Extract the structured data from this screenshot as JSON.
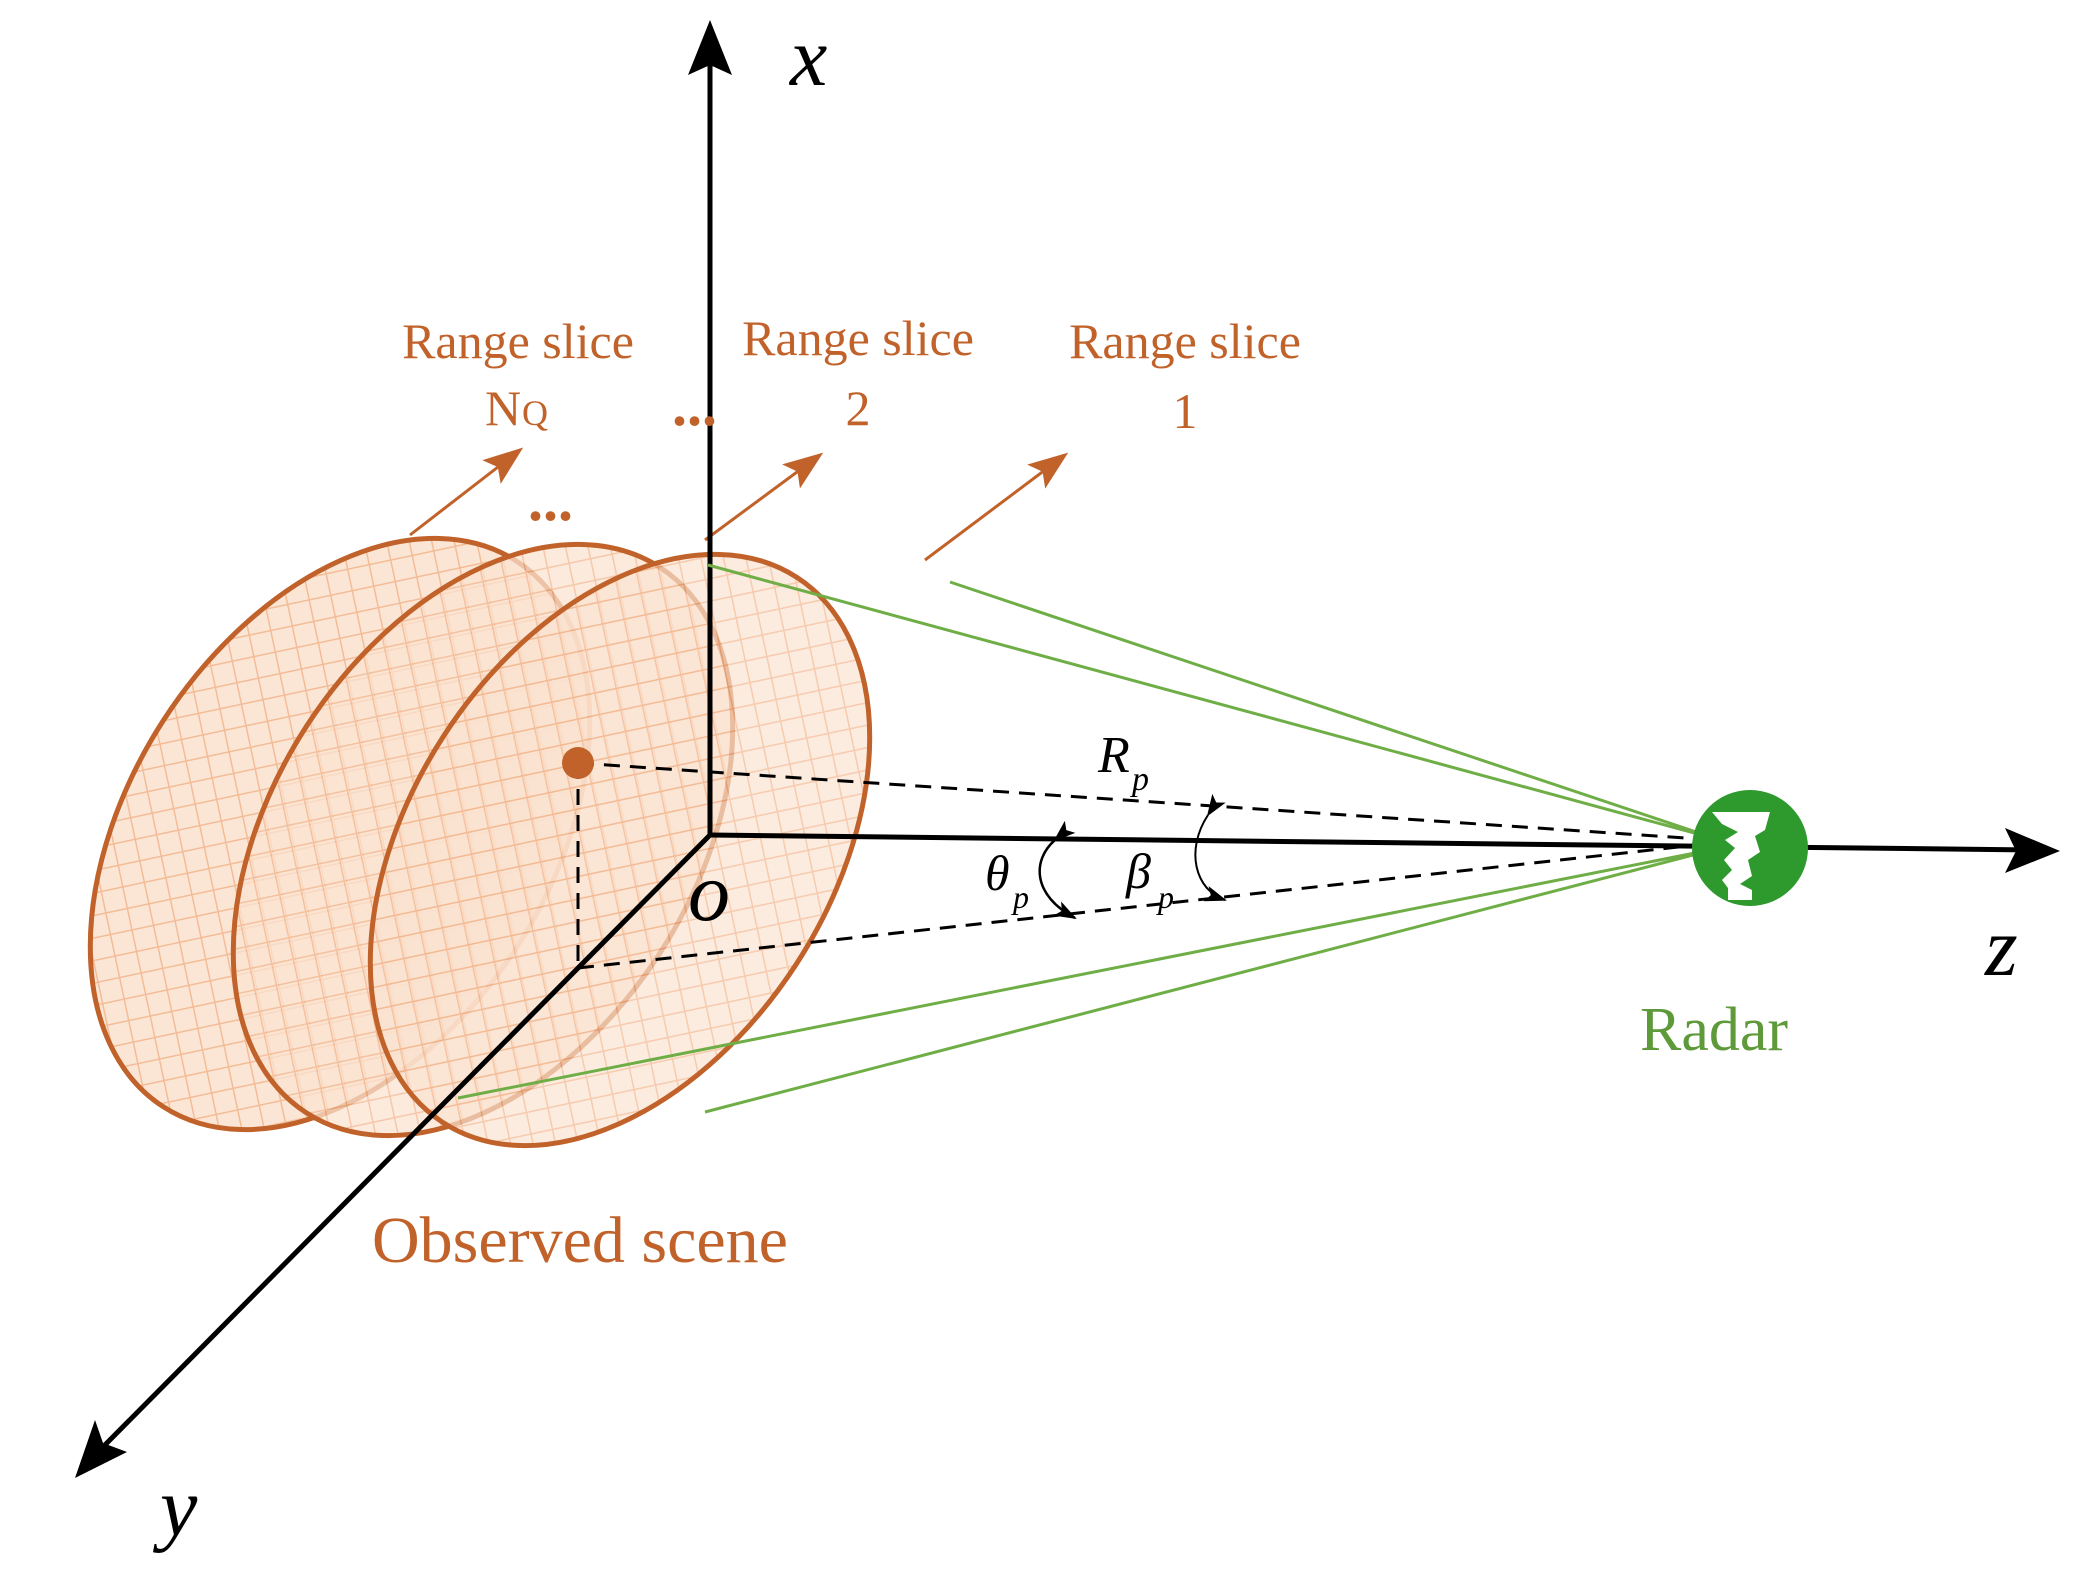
{
  "axes": {
    "x_label": "x",
    "y_label": "y",
    "z_label": "z",
    "origin_label": "o"
  },
  "slices": {
    "slice_nq": {
      "line1": "Range slice",
      "line2_main": "N",
      "line2_sub": "Q"
    },
    "slice_2": {
      "line1": "Range slice",
      "line2": "2"
    },
    "slice_1": {
      "line1": "Range slice",
      "line2": "1"
    },
    "ellipsis": "..."
  },
  "scene_label": "Observed scene",
  "radar_label": "Radar",
  "math": {
    "range_symbol": "R",
    "range_sub": "p",
    "theta_symbol": "θ",
    "theta_sub": "p",
    "beta_symbol": "β",
    "beta_sub": "p"
  },
  "colors": {
    "slice": "#C0622A",
    "slice_fill": "#F6C9A8",
    "beam": "#6FAE46",
    "radar": "#2E9A2E",
    "axis": "#000000"
  },
  "icons": {
    "radar": "radar-icon",
    "target_point": "target-point"
  }
}
